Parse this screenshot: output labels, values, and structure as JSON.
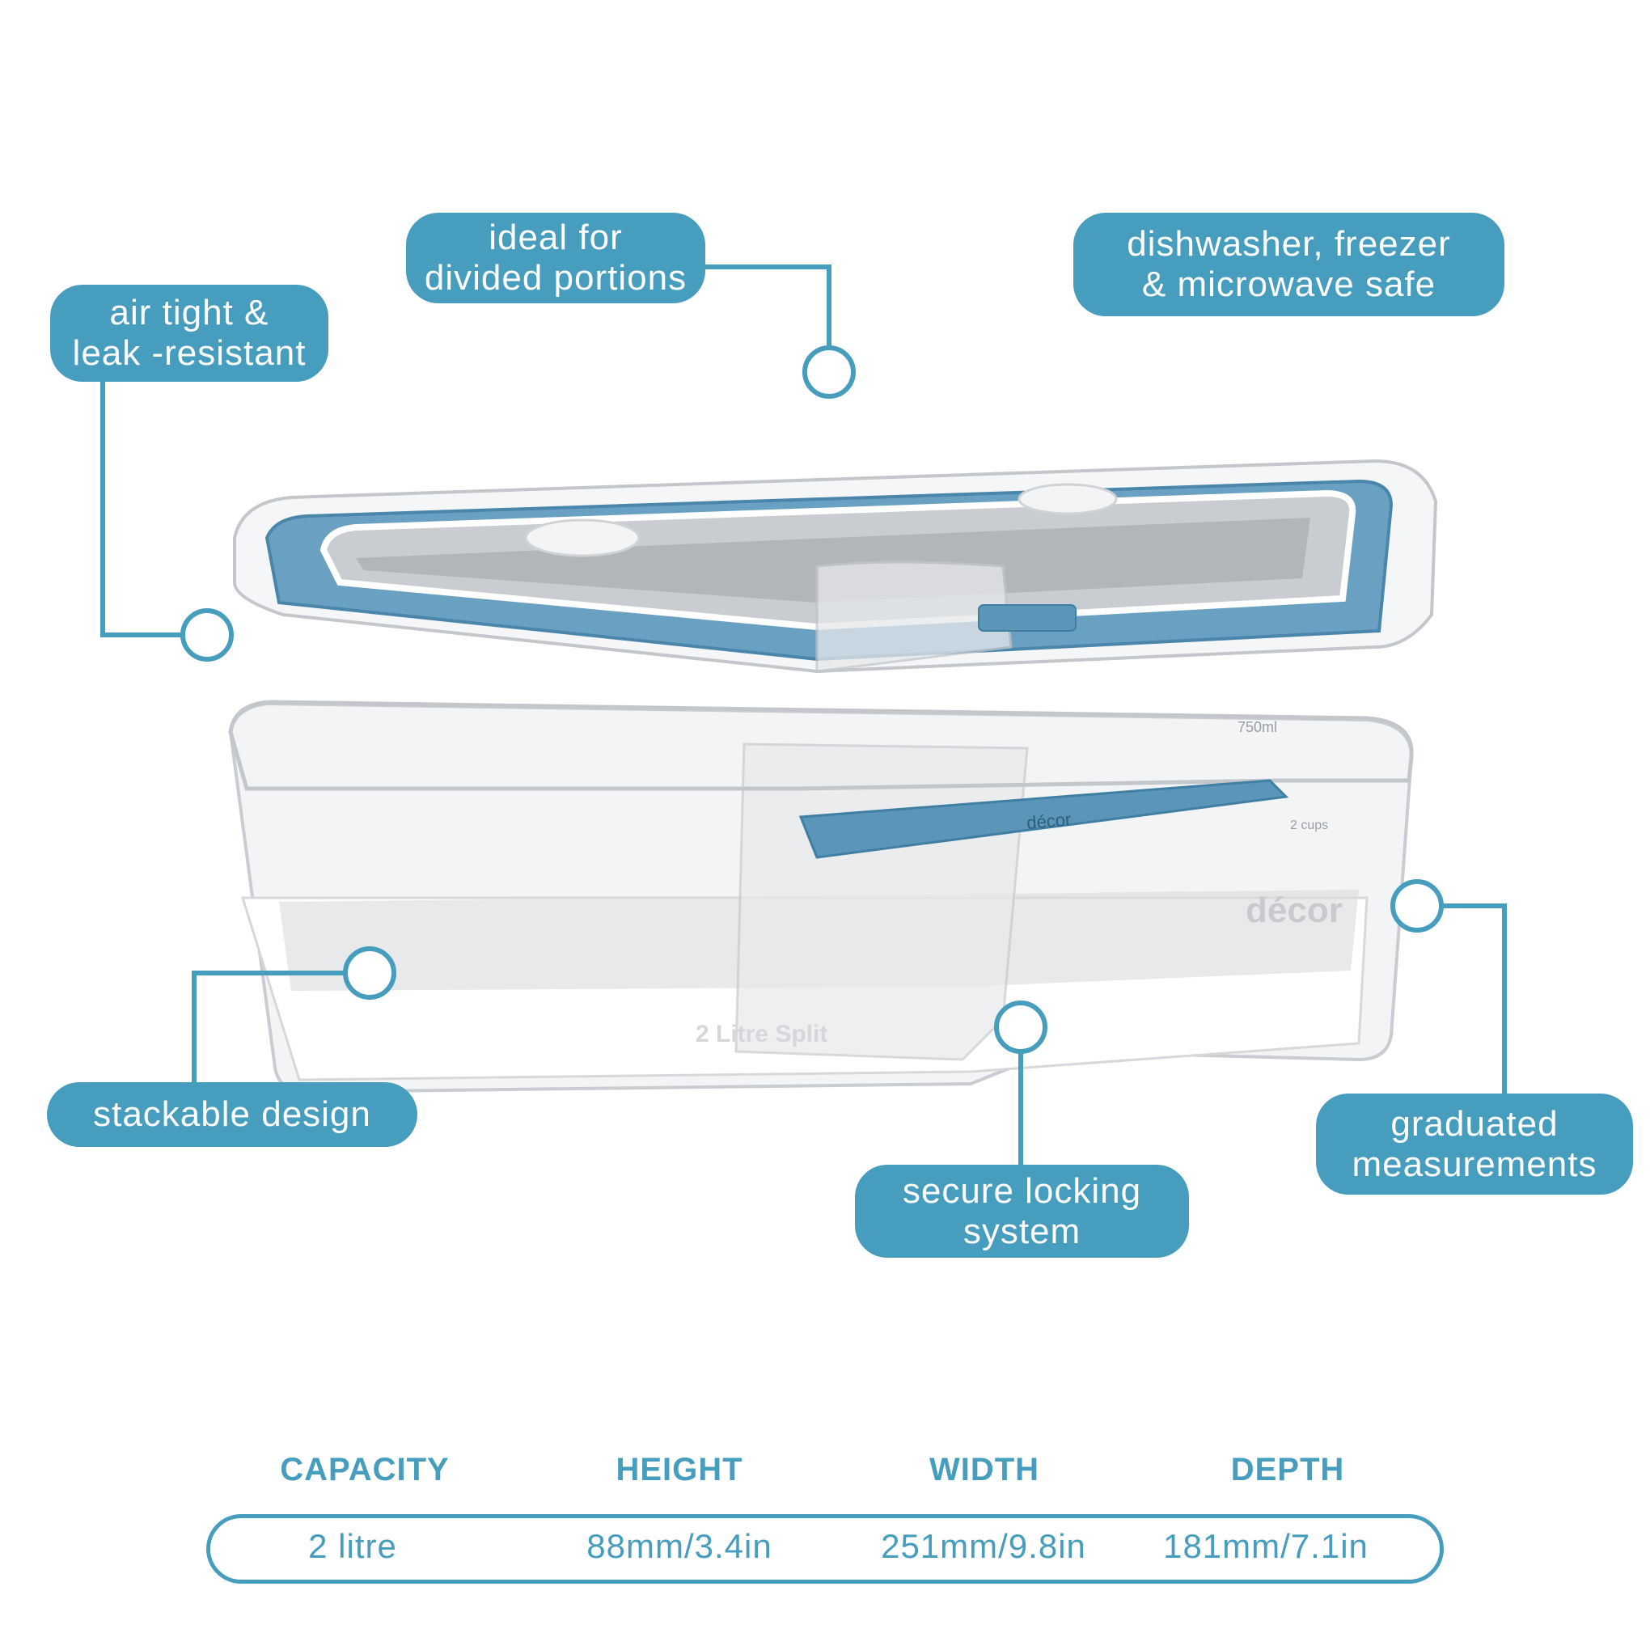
{
  "features": {
    "air_tight": [
      "air tight &",
      "leak -resistant"
    ],
    "divided": [
      "ideal for",
      "divided portions"
    ],
    "dishwasher": [
      "dishwasher, freezer",
      "& microwave safe"
    ],
    "stackable": [
      "stackable design"
    ],
    "locking": [
      "secure locking",
      "system"
    ],
    "graduated": [
      "graduated",
      "measurements"
    ]
  },
  "product_print": {
    "brand": "décor",
    "capacity_mark": "2 Litre Split",
    "measure_ml": "750ml",
    "measure_cups": "2 cups"
  },
  "specs": {
    "headers": [
      "CAPACITY",
      "HEIGHT",
      "WIDTH",
      "DEPTH"
    ],
    "values": [
      "2 litre",
      "88mm/3.4in",
      "251mm/9.8in",
      "181mm/7.1in"
    ]
  },
  "colors": {
    "accent": "#469dbe",
    "background": "#ffffff",
    "lid_blue": "#5b95b8"
  }
}
